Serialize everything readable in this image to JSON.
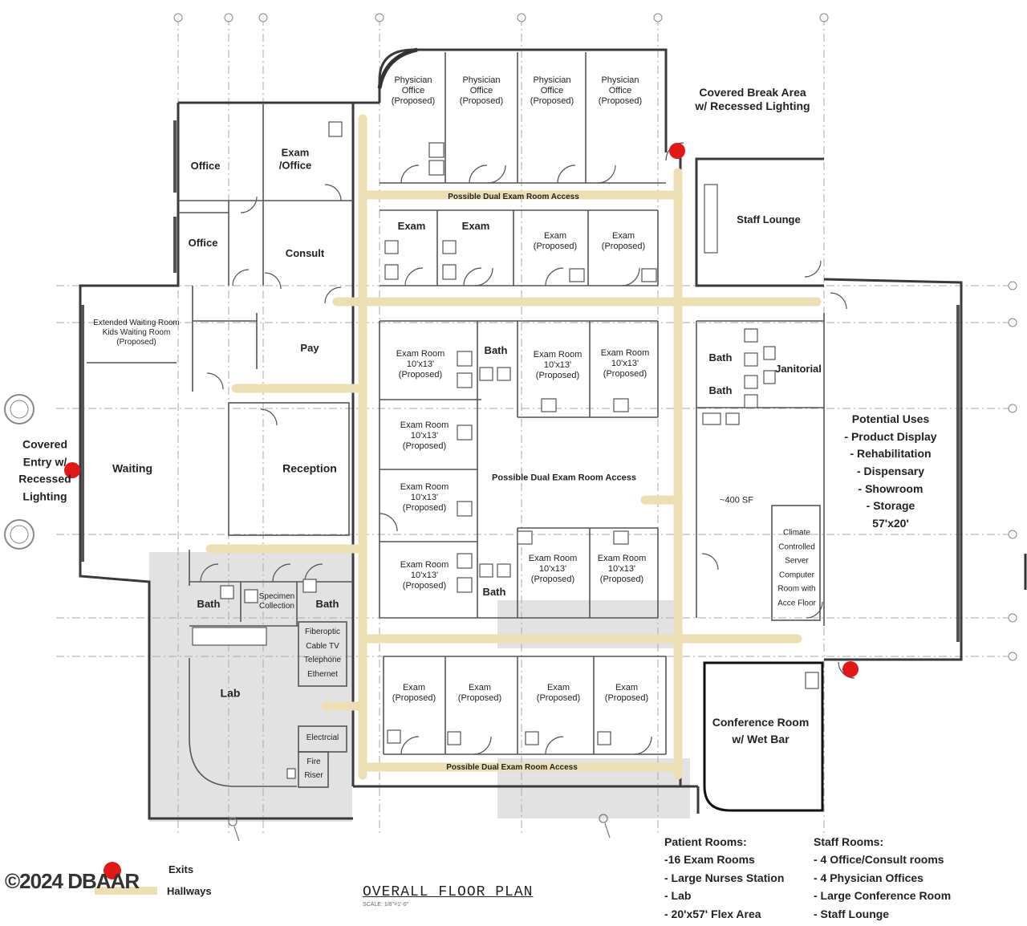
{
  "plan": {
    "title": "OVERALL FLOOR PLAN",
    "scale": "SCALE: 1/8\"=1'-0\"",
    "watermark": "©2024 DBAAR",
    "colors": {
      "wall": "#3a3a3a",
      "hallway": "#ecdfb3",
      "exit": "#e01818",
      "shade": "#dcdcdc",
      "grid": "#9a9a9a"
    }
  },
  "rooms": {
    "physician_office": "Physician Office (Proposed)",
    "office_1": "Office",
    "office_2": "Office",
    "exam_office": "Exam /Office",
    "consult": "Consult",
    "exam": "Exam",
    "exam_proposed": "Exam (Proposed)",
    "exam_room": "Exam Room 10'x13' (Proposed)",
    "extended_waiting": "Extended Waiting Room Kids Waiting Room (Proposed)",
    "pay": "Pay",
    "waiting": "Waiting",
    "reception": "Reception",
    "bath": "Bath",
    "janitorial": "Janitorial",
    "specimen": "Specimen Collection",
    "fiberoptic": "Fiberoptic Cable TV Telephone Ethernet",
    "lab": "Lab",
    "electrical": "Electrcial",
    "fire_riser": "Fire Riser",
    "staff_lounge": "Staff Lounge",
    "covered_break": "Covered Break Area w/ Recessed Lighting",
    "covered_entry": "Covered Entry w/ Recessed Lighting",
    "dual_access": "Possible Dual Exam Room Access",
    "sf400": "~400 SF",
    "server_room": "Climate Controlled Server Computer Room with Acce Floor",
    "conference": "Conference Room w/ Wet Bar"
  },
  "potential_uses": {
    "title": "Potential Uses",
    "items": [
      "- Product Display",
      "- Rehabilitation",
      "- Dispensary",
      "- Showroom",
      "- Storage"
    ],
    "size": "57'x20'"
  },
  "legend": {
    "exits": "Exits",
    "hallways": "Hallways"
  },
  "patient_rooms": {
    "title": "Patient Rooms:",
    "items": [
      "-16 Exam Rooms",
      "- Large Nurses Station",
      "- Lab",
      "- 20'x57' Flex Area"
    ]
  },
  "staff_rooms": {
    "title": "Staff Rooms:",
    "items": [
      "- 4 Office/Consult rooms",
      "- 4 Physician Offices",
      "- Large Conference Room",
      "- Staff Lounge"
    ]
  }
}
